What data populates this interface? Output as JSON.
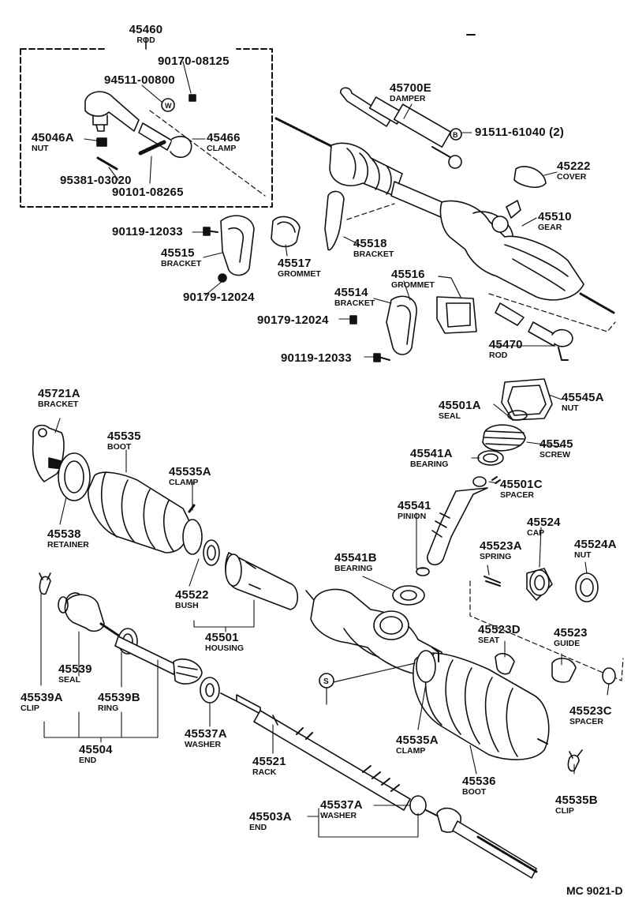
{
  "diagram_code": "MC 9021-D",
  "callouts": [
    {
      "id": "c45460",
      "pn": "45460",
      "nm": "ROD"
    },
    {
      "id": "c90170",
      "pn": "90170-08125",
      "nm": ""
    },
    {
      "id": "c94511",
      "pn": "94511-00800",
      "nm": ""
    },
    {
      "id": "c45046a",
      "pn": "45046A",
      "nm": "NUT"
    },
    {
      "id": "c45466",
      "pn": "45466",
      "nm": "CLAMP"
    },
    {
      "id": "c95381",
      "pn": "95381-03020",
      "nm": ""
    },
    {
      "id": "c90101",
      "pn": "90101-08265",
      "nm": ""
    },
    {
      "id": "c45700e",
      "pn": "45700E",
      "nm": "DAMPER"
    },
    {
      "id": "c91511",
      "pn": "91511-61040 (2)",
      "nm": ""
    },
    {
      "id": "c45222",
      "pn": "45222",
      "nm": "COVER"
    },
    {
      "id": "c45510",
      "pn": "45510",
      "nm": "GEAR"
    },
    {
      "id": "c90119a",
      "pn": "90119-12033",
      "nm": ""
    },
    {
      "id": "c45518",
      "pn": "45518",
      "nm": "BRACKET"
    },
    {
      "id": "c45515",
      "pn": "45515",
      "nm": "BRACKET"
    },
    {
      "id": "c45517",
      "pn": "45517",
      "nm": "GROMMET"
    },
    {
      "id": "c45516",
      "pn": "45516",
      "nm": "GROMMET"
    },
    {
      "id": "c90179a",
      "pn": "90179-12024",
      "nm": ""
    },
    {
      "id": "c45514",
      "pn": "45514",
      "nm": "BRACKET"
    },
    {
      "id": "c90179b",
      "pn": "90179-12024",
      "nm": ""
    },
    {
      "id": "c90119b",
      "pn": "90119-12033",
      "nm": ""
    },
    {
      "id": "c45470",
      "pn": "45470",
      "nm": "ROD"
    },
    {
      "id": "c45721a",
      "pn": "45721A",
      "nm": "BRACKET"
    },
    {
      "id": "c45535",
      "pn": "45535",
      "nm": "BOOT"
    },
    {
      "id": "c45535a1",
      "pn": "45535A",
      "nm": "CLAMP"
    },
    {
      "id": "c45538",
      "pn": "45538",
      "nm": "RETAINER"
    },
    {
      "id": "c45501a",
      "pn": "45501A",
      "nm": "SEAL"
    },
    {
      "id": "c45545a",
      "pn": "45545A",
      "nm": "NUT"
    },
    {
      "id": "c45545",
      "pn": "45545",
      "nm": "SCREW"
    },
    {
      "id": "c45541a",
      "pn": "45541A",
      "nm": "BEARING"
    },
    {
      "id": "c45501c",
      "pn": "45501C",
      "nm": "SPACER"
    },
    {
      "id": "c45541",
      "pn": "45541",
      "nm": "PINION"
    },
    {
      "id": "c45524",
      "pn": "45524",
      "nm": "CAP"
    },
    {
      "id": "c45523a",
      "pn": "45523A",
      "nm": "SPRING"
    },
    {
      "id": "c45524a",
      "pn": "45524A",
      "nm": "NUT"
    },
    {
      "id": "c45541b",
      "pn": "45541B",
      "nm": "BEARING"
    },
    {
      "id": "c45522",
      "pn": "45522",
      "nm": "BUSH"
    },
    {
      "id": "c45501",
      "pn": "45501",
      "nm": "HOUSING"
    },
    {
      "id": "c45539",
      "pn": "45539",
      "nm": "SEAL"
    },
    {
      "id": "c45539a",
      "pn": "45539A",
      "nm": "CLIP"
    },
    {
      "id": "c45539b",
      "pn": "45539B",
      "nm": "RING"
    },
    {
      "id": "c45504",
      "pn": "45504",
      "nm": "END"
    },
    {
      "id": "c45537a1",
      "pn": "45537A",
      "nm": "WASHER"
    },
    {
      "id": "c45523d",
      "pn": "45523D",
      "nm": "SEAT"
    },
    {
      "id": "c45523",
      "pn": "45523",
      "nm": "GUIDE"
    },
    {
      "id": "c45523c",
      "pn": "45523C",
      "nm": "SPACER"
    },
    {
      "id": "c45535a2",
      "pn": "45535A",
      "nm": "CLAMP"
    },
    {
      "id": "c45521",
      "pn": "45521",
      "nm": "RACK"
    },
    {
      "id": "c45536",
      "pn": "45536",
      "nm": "BOOT"
    },
    {
      "id": "c45535b",
      "pn": "45535B",
      "nm": "CLIP"
    },
    {
      "id": "c45537a2",
      "pn": "45537A",
      "nm": "WASHER"
    },
    {
      "id": "c45503a",
      "pn": "45503A",
      "nm": "END"
    }
  ],
  "symbols": {
    "w": "W",
    "b": "B",
    "s": "S"
  }
}
